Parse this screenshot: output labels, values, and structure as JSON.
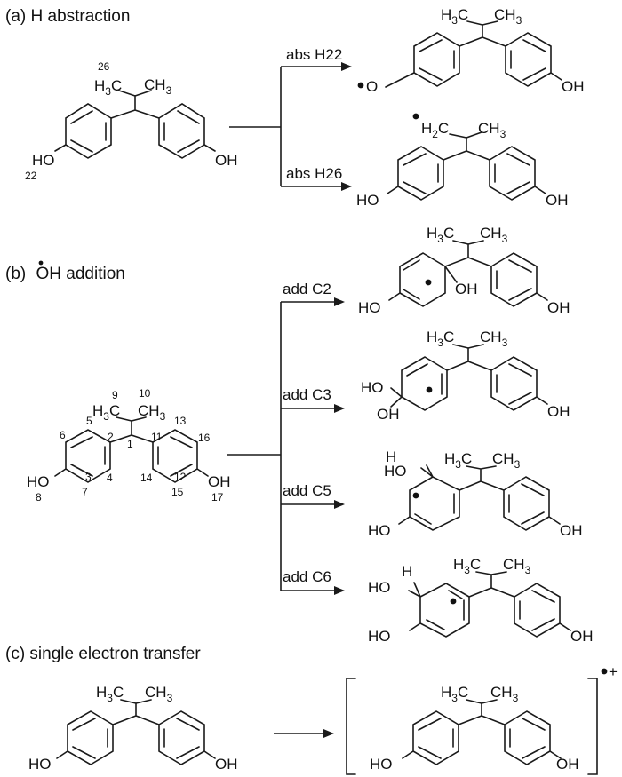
{
  "sections": {
    "a": "(a) H abstraction",
    "b_prefix": "(b) ",
    "b_rest": "OH addition",
    "c": "(c) single electron transfer"
  },
  "arrows": {
    "abs_h22": "abs H22",
    "abs_h26": "abs H26",
    "add_c2": "add C2",
    "add_c3": "add C3",
    "add_c5": "add C5",
    "add_c6": "add C6"
  },
  "groups": {
    "oh": "OH",
    "ho": "HO",
    "o": "O",
    "h3c": "H",
    "h3c_sub": "3",
    "h3c_c": "C",
    "ch3": "CH",
    "ch3_sub": "3",
    "h2c": "H",
    "h2c_sub": "2",
    "h2c_c": "C",
    "h": "H",
    "charge": "+"
  },
  "numbers": {
    "n26": "26",
    "n22": "22",
    "n1": "1",
    "n2": "2",
    "n3": "3",
    "n4": "4",
    "n5": "5",
    "n6": "6",
    "n7": "7",
    "n8": "8",
    "n9": "9",
    "n10": "10",
    "n11": "11",
    "n12": "12",
    "n13": "13",
    "n14": "14",
    "n15": "15",
    "n16": "16",
    "n17": "17"
  }
}
